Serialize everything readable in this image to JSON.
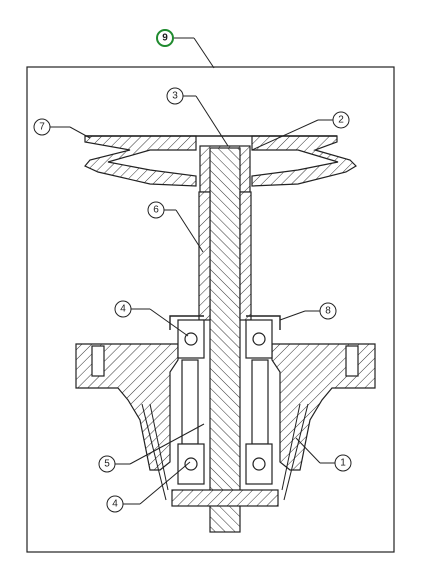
{
  "assembly": {
    "callout": "9",
    "badge_color": "#1f8a2e"
  },
  "callouts": [
    {
      "id": "c1",
      "label": "1"
    },
    {
      "id": "c2",
      "label": "2"
    },
    {
      "id": "c3",
      "label": "3"
    },
    {
      "id": "c4a",
      "label": "4"
    },
    {
      "id": "c4b",
      "label": "4"
    },
    {
      "id": "c5",
      "label": "5"
    },
    {
      "id": "c6",
      "label": "6"
    },
    {
      "id": "c7",
      "label": "7"
    },
    {
      "id": "c8",
      "label": "8"
    }
  ]
}
